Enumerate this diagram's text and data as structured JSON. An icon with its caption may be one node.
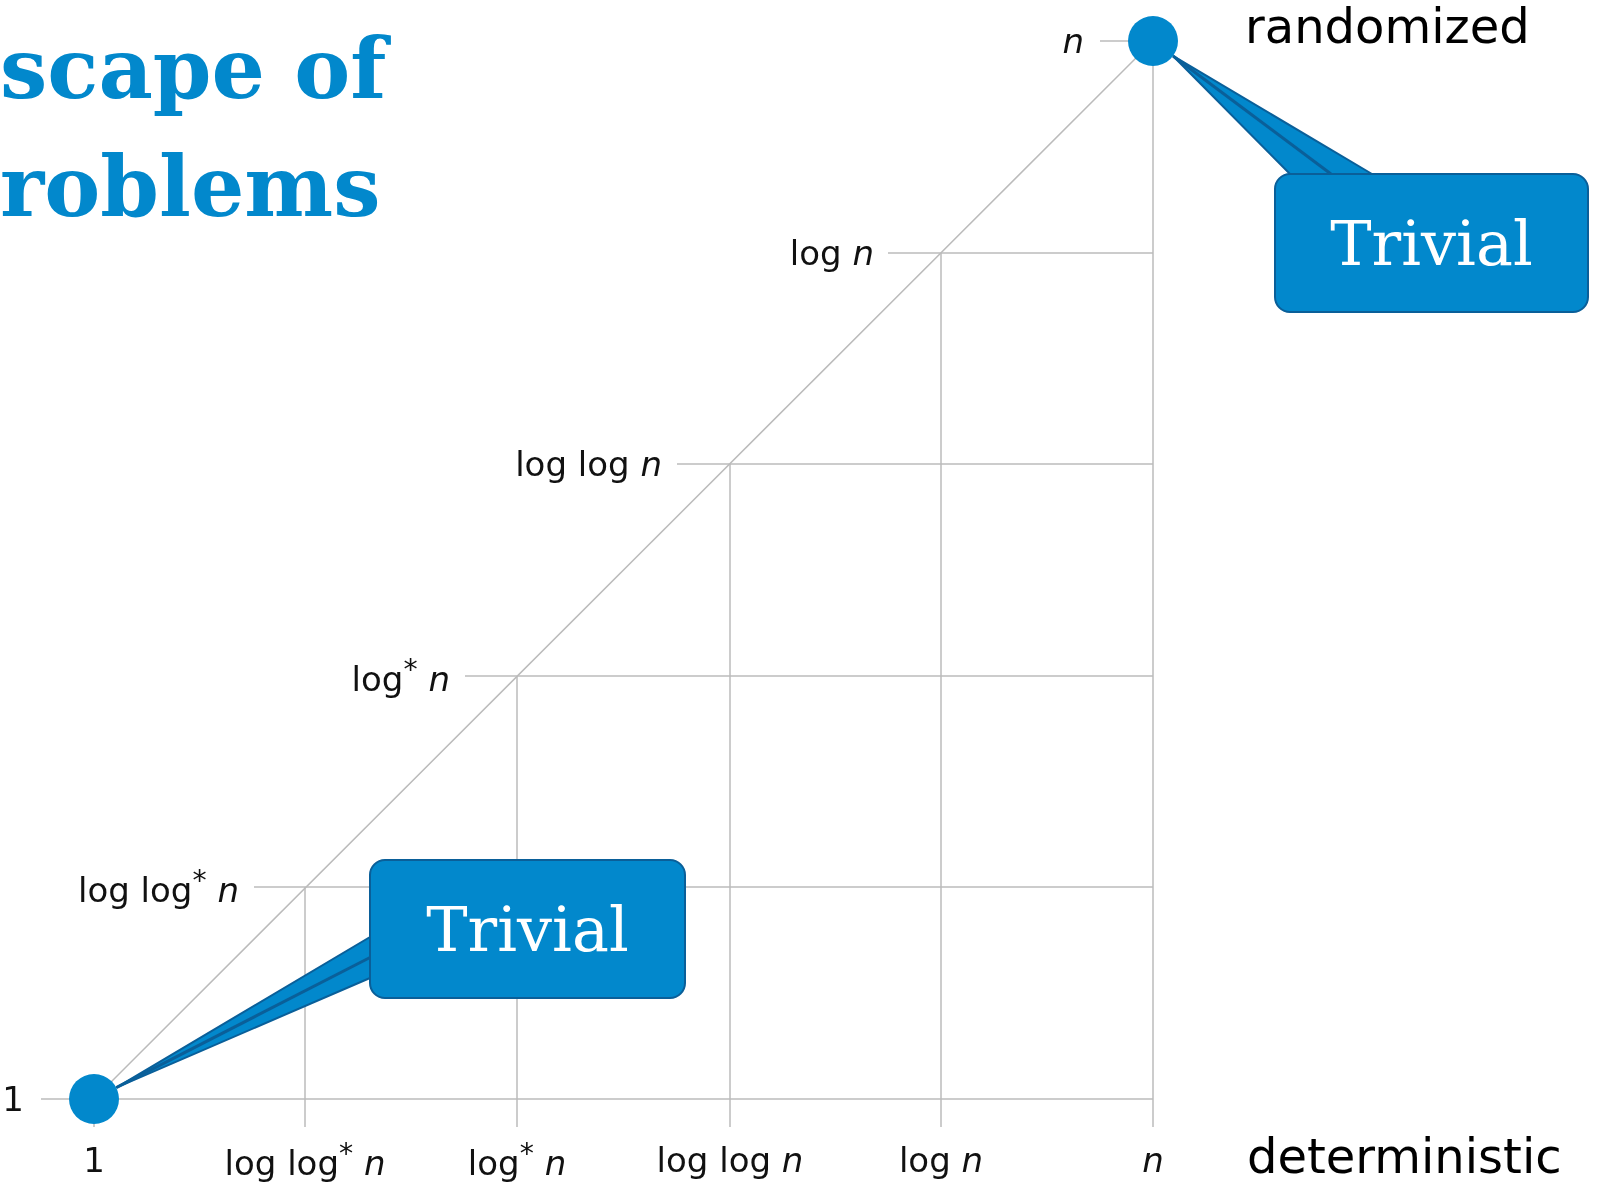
{
  "diagram": {
    "title": "scape of roblems",
    "nodes": [
      {
        "text": [],
        "shape": "circle"
      },
      {
        "text": [
          "Trivial"
        ]
      },
      {
        "text": [
          "Trivial"
        ]
      },
      {
        "text": [],
        "shape": "circle"
      }
    ],
    "edges": [
      {
        "from": 1,
        "to": 0,
        "arrow": "none"
      },
      {
        "from": 2,
        "to": 3,
        "arrow": "none"
      }
    ],
    "labels": [
      "randomized",
      "n",
      "log *n*",
      "log log *n*",
      "log$^{*}$ *n*",
      "log log$^{*}$ *n*",
      "1",
      "1",
      "log log$^{*}$ *n*",
      "log$^{*}$ *n*",
      "log log *n*",
      "log *n*",
      "n",
      "deterministic"
    ]
  }
}
